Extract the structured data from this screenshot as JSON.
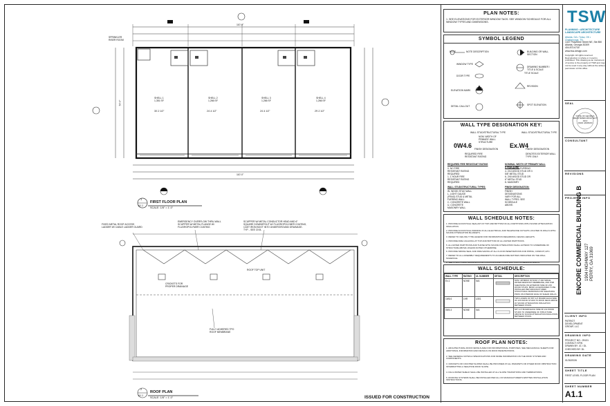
{
  "first_floor_plan": {
    "title": "FIRST FLOOR PLAN",
    "scale": "SCALE: 1/8\" = 1'-0\"",
    "sheet_ref": "A1.1",
    "detail_num": "1",
    "sprinkler_label": "SPRINKLER RISER ROOM",
    "overall_dim": "110'-0\"",
    "units": [
      {
        "name": "SHELL 1",
        "area": "1,351 SF",
        "width": "30'-2 1/2\""
      },
      {
        "name": "SHELL 2",
        "area": "1,266 SF",
        "width": "24'-4 1/2\""
      },
      {
        "name": "SHELL 3",
        "area": "1,266 SF",
        "width": "24'-4 1/2\""
      },
      {
        "name": "SHELL 4",
        "area": "1,266 SF",
        "width": "29'-2 1/2\""
      }
    ],
    "depth_dim": "50'-0\""
  },
  "roof_plan": {
    "title": "ROOF PLAN",
    "scale": "SCALE: 1/8\" = 1'-0\"",
    "sheet_ref": "A1.1",
    "detail_num": "2",
    "notes": [
      "FIXED METAL ROOF ACCESS LADDER W/ CABLE LADDER GUARD",
      "EMERGENCY OVERFLOW THRU-WALL SCUPPER W/ METAL FLANGE W/ FLUOROPOLYMER COATING",
      "SCUPPER W/ METAL CONDUCTOR HEAD AND 6\" SQUARE DOWNSPOUT W/ FLUOROPOLYMER COATING, CAST IRON BOOT INTO UNDERGROUND DRAINAGE. TYP. - SEE CIVIL",
      "FULLY ADHERED TPO ROOF MEMBRANE",
      "CRICKETS FOR PROPER DRAINAGE",
      "ROOF TOP UNIT"
    ]
  },
  "plan_notes": {
    "title": "PLAN NOTES:",
    "items": [
      "1. SEE ELEVATIONS FOR EXTERIOR WINDOW TAGS. SEE WINDOW SCHEDULE FOR ALL WINDOW TYPES AND DIMENSIONS."
    ]
  },
  "symbol_legend": {
    "title": "SYMBOL LEGEND",
    "items": [
      "NOTE",
      "NOTE DESCRIPTION",
      "WINDOW TYPE",
      "DOOR TYPE",
      "ELEVATION MARK",
      "DETAIL CALLOUT",
      "BUILDING OR WALL SECTION",
      "DRAWING NUMBER / TITLE & SCALE",
      "REVISION",
      "SPOT ELEVATION",
      "TITLE SCALE"
    ]
  },
  "wall_type_key": {
    "title": "WALL TYPE DESIGNATION KEY:",
    "example1": "0W4.6",
    "example2": "Ex.W4",
    "labels1": [
      "WALL STUD/STRUCTURAL TYPE",
      "NOM. WIDTH OF PRIMARY WALL STRUCTURE",
      "FINISH DESIGNATION",
      "REQUIRED FIRE RESISTANT RATING"
    ],
    "labels2": [
      "WALL STUD/STRUCTURAL TYPE",
      "FINISH DESIGNATION",
      "DENOTES EXTERIOR WALL TYPE ONLY"
    ],
    "col1_head": "REQUIRED FIRE RESISTANT RATING",
    "col1": [
      "0- NO FIRE RESISTANT RATING REQUIRED",
      "1- 1 HOUR FIRE RESISTANT RATING REQUIRED"
    ],
    "col2_head": "NOMINAL WIDTH OF PRIMARY WALL STRUCTURE:",
    "col2": [
      "1- 7/8\" METAL FURRING",
      "4- 2X4 WOOD STUD OR 3 5/8\" METAL STUD",
      "6- 2X6 WOOD STUD OR 6\" METAL STUD",
      "8- MASONRY"
    ],
    "col3_head": "WALL STUD/STRUCTURAL TYPES:",
    "col3": [
      "W- WOOD STUD WALL",
      "L- LIGHT GAUGE (FRAG) STUD & METAL FURRING WALL",
      "C- CONCRETE WALL",
      "U- CONCRETE MASONRY WALL"
    ],
    "col4_head": "FINISH DESIGNATION:",
    "col4": [
      "FINISH DESIGNATIONS VARY FOR ALL WALL TYPES. SEE SCHEDULE ABOVE."
    ]
  },
  "wall_schedule_notes": {
    "title": "WALL SCHEDULE NOTES:",
    "items": [
      "1. PROVIDE ACOUSTICAL SEALANT AT TOP AND BOTTOM OF ALL PARTITIONS WITH SOUND ATTENUATION INSULATION.",
      "2. PROVIDE ACOUSTICAL PADDING IN ALL ELECTRICAL AND TELEPHONE OUTLETS LOCATED IN WALLS WITH SOUND ATTENUATION BLANKETS.",
      "3. REFER TO CEILING TYPE LEGEND FOR INFORMATION REGARDING CEILING HEIGHTS.",
      "4. PROVIDE FIRE CAULKING AT TOP AND BOTTOM OF ALL RATED PARTITIONS.",
      "5. ALL RATED PARTITIONS AND THOSE WITH SOUND ATTENUATION SHALL EXTEND TO UNDERSIDE OF STRUCTURE ABOVE UNLESS NOTED OTHERWISE.",
      "6. PROVIDE SMOKE SEAL AND FIRE SAFING AT ALL FLOOR PENETRATIONS FOR PIPING, CONDUIT, ETC.",
      "7. REFER TO ALL ASSEMBLY REQUIREMENTS TO ACHIEVE FIRE RATINGS INDICATED ON THE WALL SCHEDULE.",
      "8. SEE STRUCTURAL DRAWINGS FOR LOCATIONS AND CONSTRUCTION OF BEARING WALLS."
    ]
  },
  "wall_schedule": {
    "title": "WALL SCHEDULE:",
    "headers": [
      "WALL TYPE",
      "RATING",
      "UL NUMBER",
      "DETAIL",
      "DESCRIPTION"
    ],
    "rows": [
      [
        "Ex.1",
        "NONE",
        "N/A",
        "",
        "NOM. 4/8 BRICK W/ NOM. 2\" AIR SPACE, WATER RESISTANT MEMBRANE, AND OSB SHEATHING ON EXTERIOR SIDE OF 2X6 WOOD STUDS. BRICK ACCESSORIES TO BE INSTALLED PER MANUFACTURER. STRUCTURAL DRAWINGS FOR SHEATHING PROS ON INTERIOR FACE OF SHEAR WALLS."
      ],
      [
        "1W6.6",
        "1HR",
        "U301",
        "",
        "TWO LAYERS OF 5/8\" G.P. BOARD EACH SIDE OF 2X6 WOOD STUDS TO ROOF DECK ABOVE W/ SOUND ATTENUATION INSULATION BETWEEN STUDS."
      ],
      [
        "0W4.4",
        "NONE",
        "N/A",
        "",
        "5/8\" G.P. BOARD EACH SIDE OF 2x4 WOOD STUDS TO UNDERSIDE OF STRUCTURE ABOVE W/ SOUND ATTENUATION INSULATION BETWEEN STUDS."
      ]
    ]
  },
  "roof_plan_notes": {
    "title": "ROOF PLAN NOTES:",
    "items": [
      "1. ARCHITECTURAL ROOF DETAILS ARE FOR INFORMATIONAL PURPOSES. SEE MECHANICAL SHEETS FOR ADDITIONAL INFORMATION AND DETAILS ON ROOF PENETRATIONS.",
      "2. SEE GENERAL NOTES & SPECIFICATIONS FOR MORE INFORMATION ON THE ROOF SYSTEM AND COMPONENTS.",
      "3. CRICKETS OR COUNTER SLOPES SHALL BE PROVIDED AT ALL PARAPETS OR OTHER ROOF OBSTRUCTION INTERRUPTING A NEGATIVE ROOF SLOPE.",
      "4. ICE & WATER SHIELD SHALL BE INSTALLED AT ALL SLOPE TRANSITIONS AND TERMINATIONS.",
      "5. ROOFING SYSTEMS SHALL BE INSTALLED PER ALL OF MANUFACTURER'S WRITTEN INSTALLATION INSTRUCTIONS."
    ]
  },
  "issued_for": "ISSUED FOR CONSTRUCTION",
  "title_block": {
    "logo": "TSW",
    "logo_sub": [
      "PLANNING • ARCHITECTURE",
      "LANDSCAPE ARCHITECTURE"
    ],
    "offices": "Atlanta, GA • Tulsa, OK • Chattanooga, TN",
    "address": [
      "1447 Peachtree Street NE, Ste 850",
      "Atlanta, Georgia 30309",
      "404.873.6730",
      "www.tsw-design.com"
    ],
    "copyright": "Copyright: All rights reserved. Reproduction in whole or in part is prohibited. This drawing as an instrument of service is the property of TSW and may not be used in any way without the written permission of this office.",
    "seal_label": "SEAL",
    "seal_text": [
      "STATE OF GEORGIA",
      "REGISTERED ARCHITECT",
      "A013",
      "JOHN JAMISON"
    ],
    "consultant_label": "CONSULTANT",
    "revisions_label": "REVISIONS",
    "project_info_label": "PROJECT INFO",
    "project_name": "ENCORE COMMERCIAL BUILDING B",
    "project_address": [
      "1904 HIGHWAY 127",
      "PERRY, GA 31069"
    ],
    "client_info_label": "CLIENT INFO",
    "client": [
      "PATRIOT",
      "DEVELOPMENT",
      "GROUP, LLC"
    ],
    "drawing_info_label": "DRAWING INFO",
    "project_no_label": "PROJECT NO.:",
    "project_no": "25131",
    "contact_label": "CONTACT:",
    "contact": "KFW",
    "drawn_by_label": "DRAWN BY:",
    "drawn_by": "JC / DL",
    "checked_by_label": "CHECKED BY:",
    "checked_by": "DL",
    "drawing_date_label": "DRAWING DATE",
    "drawing_date": "01/30/2026",
    "sheet_title_label": "SHEET TITLE",
    "sheet_title": "FIRST LEVEL FLOOR PLAN",
    "sheet_number_label": "SHEET NUMBER",
    "sheet_number": "A1.1"
  }
}
